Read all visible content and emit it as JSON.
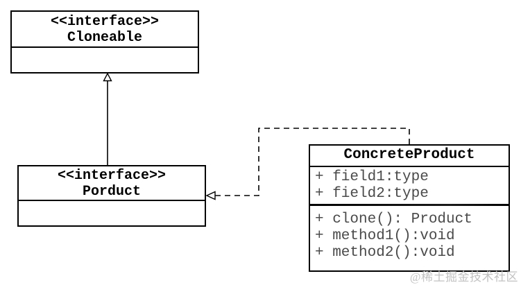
{
  "diagram": {
    "kind": "uml-class-diagram",
    "background_color": "#ffffff",
    "line_color": "#000000",
    "member_text_color": "#4a4a4a"
  },
  "classes": {
    "cloneable": {
      "stereotype": "<<interface>>",
      "name": "Cloneable"
    },
    "porduct": {
      "stereotype": "<<interface>>",
      "name": "Porduct"
    },
    "concrete_product": {
      "name": "ConcreteProduct",
      "fields": [
        "+ field1:type",
        "+ field2:type"
      ],
      "methods": [
        "+ clone(): Product",
        "+ method1():void",
        "+ method2():void"
      ]
    }
  },
  "relationships": [
    {
      "from": "Porduct",
      "to": "Cloneable",
      "line_style": "solid",
      "arrowhead": "hollow-triangle",
      "type": "generalization"
    },
    {
      "from": "ConcreteProduct",
      "to": "Porduct",
      "line_style": "dashed",
      "arrowhead": "hollow-triangle",
      "type": "realization"
    }
  ],
  "watermark": {
    "text": "@稀土掘金技术社区",
    "color": "#c2c2c2"
  }
}
